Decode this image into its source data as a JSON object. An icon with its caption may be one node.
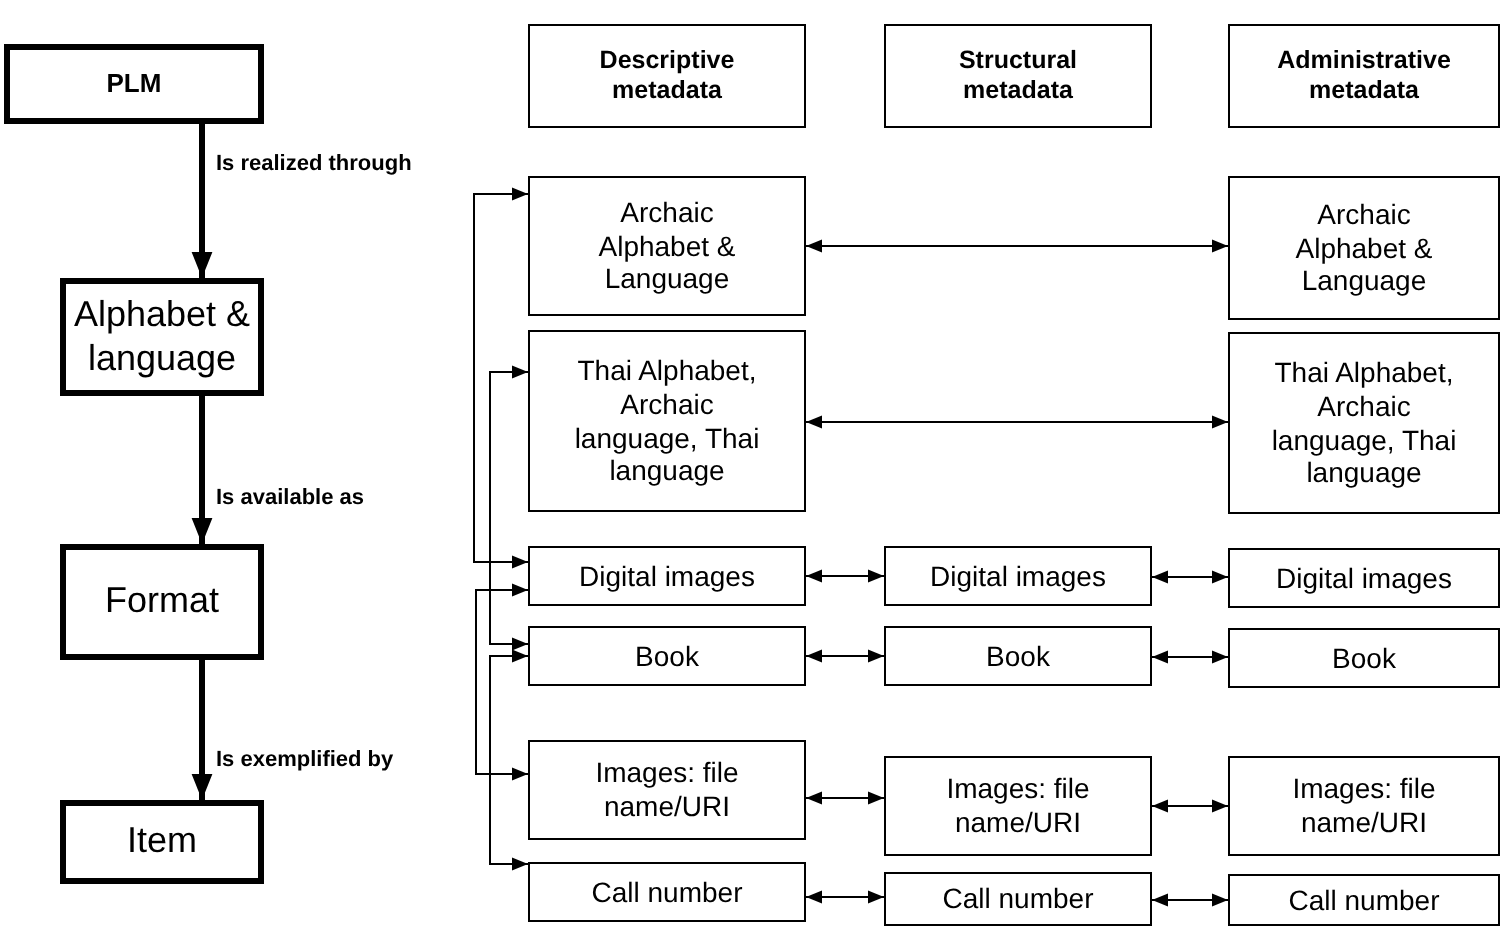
{
  "diagram": {
    "nodes": [
      {
        "text": [
          "PLM"
        ]
      },
      {
        "text": [
          "Alphabet & language"
        ]
      },
      {
        "text": [
          "Format"
        ]
      },
      {
        "text": [
          "Item"
        ]
      },
      {
        "text": [
          "Descriptive metadata"
        ]
      },
      {
        "text": [
          "Structural metadata"
        ]
      },
      {
        "text": [
          "Administrative metadata"
        ]
      },
      {
        "text": [
          "Archaic Alphabet & Language"
        ]
      },
      {
        "text": [
          "Archaic Alphabet & Language"
        ]
      },
      {
        "text": [
          "Thai Alphabet, Archaic language, Thai language"
        ]
      },
      {
        "text": [
          "Thai Alphabet, Archaic language, Thai language"
        ]
      },
      {
        "text": [
          "Digital images"
        ]
      },
      {
        "text": [
          "Digital images"
        ]
      },
      {
        "text": [
          "Digital images"
        ]
      },
      {
        "text": [
          "Book"
        ]
      },
      {
        "text": [
          "Book"
        ]
      },
      {
        "text": [
          "Book"
        ]
      },
      {
        "text": [
          "Images: file name/URI"
        ]
      },
      {
        "text": [
          "Images: file name/URI"
        ]
      },
      {
        "text": [
          "Images: file name/URI"
        ]
      },
      {
        "text": [
          "Call number"
        ]
      },
      {
        "text": [
          "Call number"
        ]
      },
      {
        "text": [
          "Call number"
        ]
      }
    ],
    "edges": [
      {
        "from": 0,
        "to": 1,
        "arrow": "to",
        "label": "Is realized through",
        "style": "thick"
      },
      {
        "from": 1,
        "to": 2,
        "arrow": "to",
        "label": "Is available as",
        "style": "thick"
      },
      {
        "from": 2,
        "to": 3,
        "arrow": "to",
        "label": "Is exemplified by",
        "style": "thick"
      },
      {
        "from": 7,
        "to": 8,
        "arrow": "both"
      },
      {
        "from": 9,
        "to": 10,
        "arrow": "both"
      },
      {
        "from": 11,
        "to": 12,
        "arrow": "both"
      },
      {
        "from": 12,
        "to": 13,
        "arrow": "both"
      },
      {
        "from": 14,
        "to": 15,
        "arrow": "both"
      },
      {
        "from": 15,
        "to": 16,
        "arrow": "both"
      },
      {
        "from": 17,
        "to": 18,
        "arrow": "both"
      },
      {
        "from": 18,
        "to": 19,
        "arrow": "both"
      },
      {
        "from": 20,
        "to": 21,
        "arrow": "both"
      },
      {
        "from": 21,
        "to": 22,
        "arrow": "both"
      },
      {
        "from": 7,
        "to": 11,
        "arrow": "both"
      },
      {
        "from": 9,
        "to": 14,
        "arrow": "both"
      },
      {
        "from": 11,
        "to": 17,
        "arrow": "both"
      },
      {
        "from": 14,
        "to": 20,
        "arrow": "both"
      }
    ]
  }
}
